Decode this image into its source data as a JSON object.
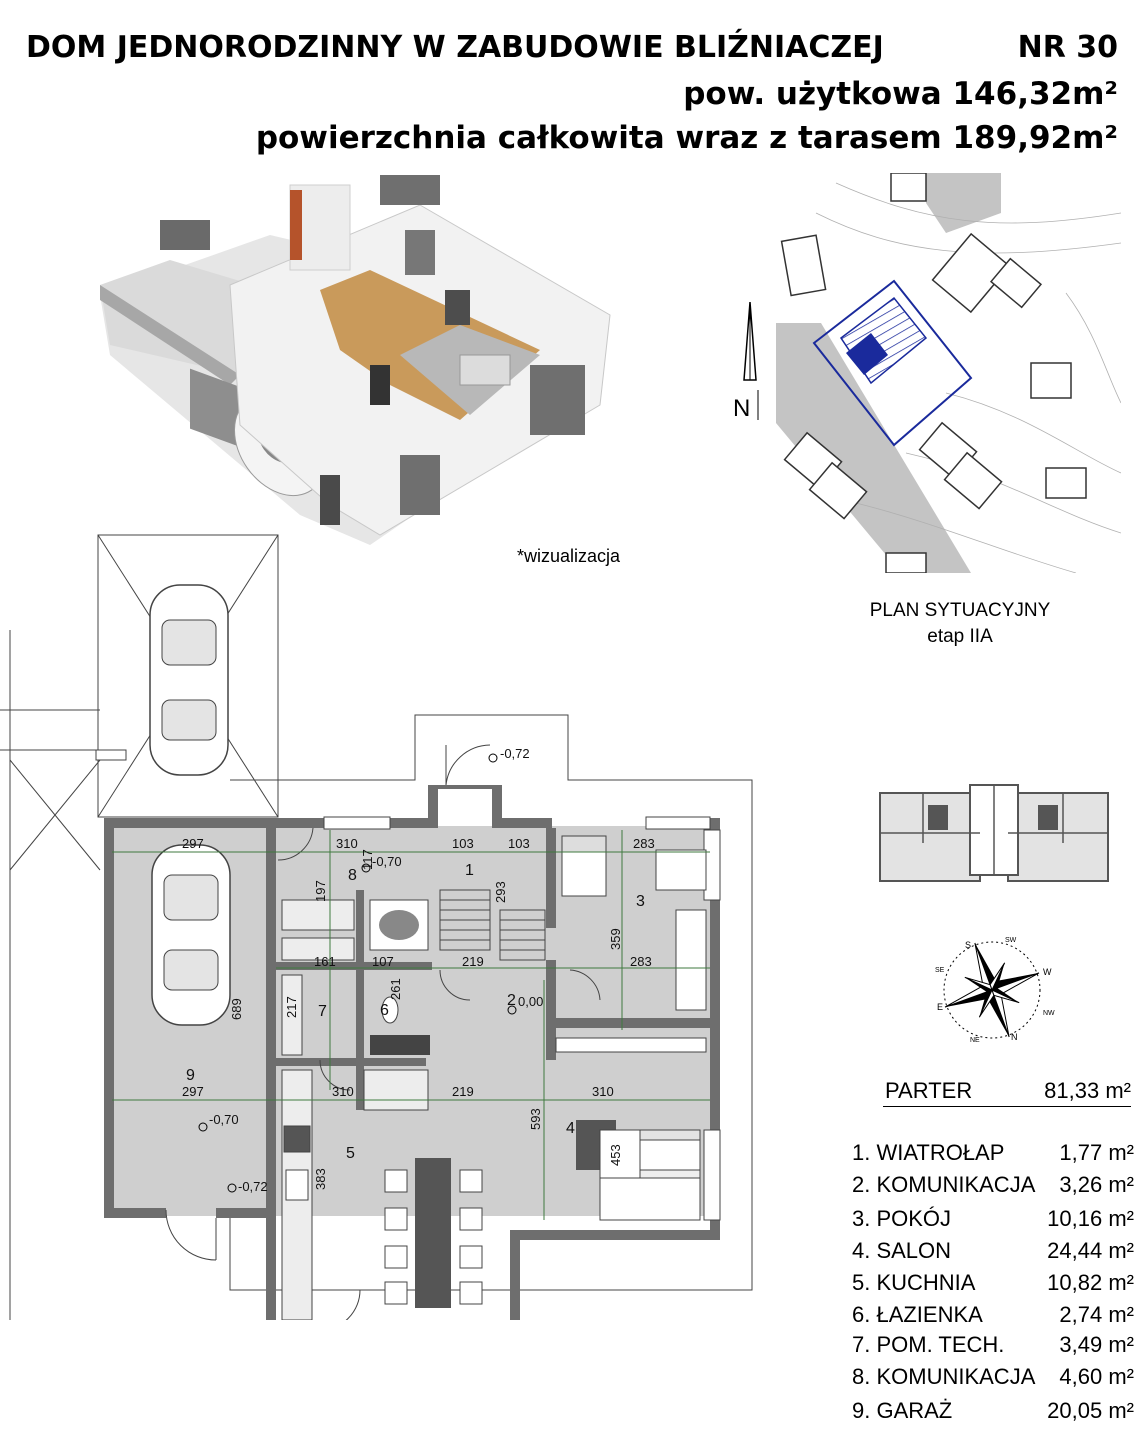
{
  "header": {
    "title": "DOM JEDNORODZINNY W ZABUDOWIE BLIŹNIACZEJ",
    "number": "NR 30",
    "usable_area": "pow. użytkowa  146,32m²",
    "total_area": "powierzchnia całkowita wraz z tarasem 189,92m²"
  },
  "visualization_caption": "*wizualizacja",
  "site_plan": {
    "north_label": "N",
    "caption_line1": "PLAN SYTUACYJNY",
    "caption_line2": "etap IIA"
  },
  "floor": {
    "name": "PARTER",
    "area": "81,33 m²"
  },
  "rooms": [
    {
      "label": "1. WIATROŁAP",
      "area": "1,77 m²"
    },
    {
      "label": "2. KOMUNIKACJA",
      "area": "3,26 m²"
    },
    {
      "label": "3. POKÓJ",
      "area": "10,16 m²"
    },
    {
      "label": "4. SALON",
      "area": "24,44 m²"
    },
    {
      "label": "5. KUCHNIA",
      "area": "10,82 m²"
    },
    {
      "label": "6. ŁAZIENKA",
      "area": "2,74 m²"
    },
    {
      "label": "7. POM. TECH.",
      "area": "3,49 m²"
    },
    {
      "label": "8. KOMUNIKACJA",
      "area": "4,60 m²"
    },
    {
      "label": "9. GARAŻ",
      "area": "20,05 m²"
    }
  ],
  "plan_labels": {
    "room_numbers": [
      "1",
      "2",
      "3",
      "4",
      "5",
      "6",
      "7",
      "8",
      "9"
    ],
    "dimensions": [
      "297",
      "310",
      "103",
      "103",
      "283",
      "197",
      "117",
      "293",
      "359",
      "161",
      "107",
      "261",
      "219",
      "283",
      "217",
      "689",
      "297",
      "310",
      "219",
      "310",
      "593",
      "453",
      "383"
    ],
    "levels": [
      "-0,72",
      "-0,70",
      "0,00",
      "-0,70",
      "-0,72"
    ]
  },
  "compass_letters": [
    "N",
    "E",
    "S",
    "W",
    "SE",
    "SW",
    "NE",
    "NW"
  ],
  "colors": {
    "wall": "#6e6e6e",
    "floor": "#cfcfcf",
    "site_blue": "#1a2a9c",
    "site_gray": "#bdbdbd"
  }
}
